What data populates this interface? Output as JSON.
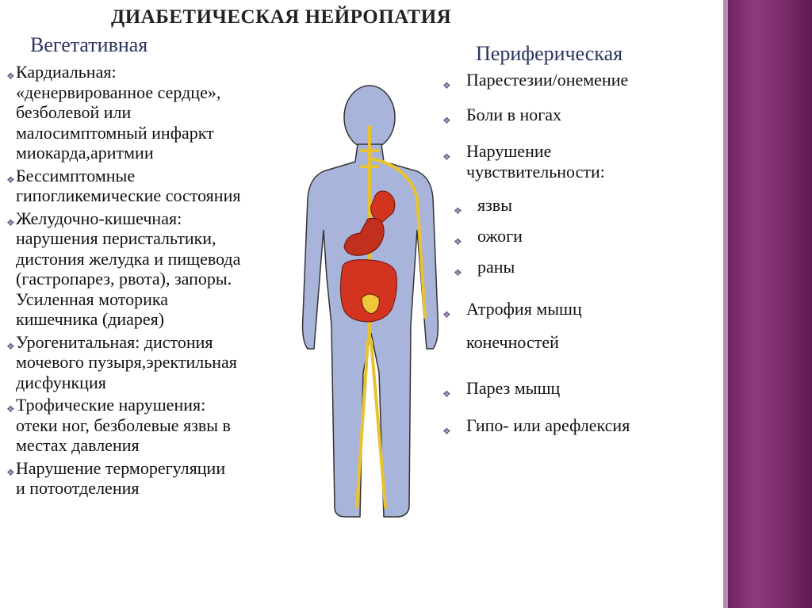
{
  "title": "ДИАБЕТИЧЕСКАЯ НЕЙРОПАТИЯ",
  "left_heading": "Вегетативная",
  "right_heading": "Периферическая",
  "left_items": [
    {
      "text": "Кардиальная:\n«денервированное сердце»,\nбезболевой или\nмалосимптомный инфаркт\nмиокарда,аритмии"
    },
    {
      "text": "Бессимптомные\nгипогликемические состояния"
    },
    {
      "text": "Желудочно-кишечная:\nнарушения перистальтики,\nдистония желудка и пищевода\n(гастропарез, рвота), запоры.\nУсиленная моторика\nкишечника (диарея)"
    },
    {
      "text": "Урогенитальная: дистония\nмочевого пузыря,эректильная\nдисфункция"
    },
    {
      "text": "Трофические нарушения:\nотеки ног, безболевые язвы в\nместах давления"
    },
    {
      "text": "Нарушение терморегуляции\nи потоотделения"
    }
  ],
  "right_items": [
    {
      "text": "Парестезии/онемение"
    },
    {
      "text": "Боли в ногах"
    },
    {
      "text": "Нарушение\nчувствительности:"
    },
    {
      "text": "язвы"
    },
    {
      "text": "ожоги"
    },
    {
      "text": "раны"
    },
    {
      "text": "Атрофия мышц"
    },
    {
      "text": "конечностей"
    },
    {
      "text": "Парез мышц"
    },
    {
      "text": "Гипо- или арефлексия"
    }
  ],
  "colors": {
    "accent_band": "#7a2c6a",
    "body_fill": "#a9b4da",
    "nerve": "#e8c233",
    "organ": "#d2341f",
    "heading": "#2a3560"
  }
}
